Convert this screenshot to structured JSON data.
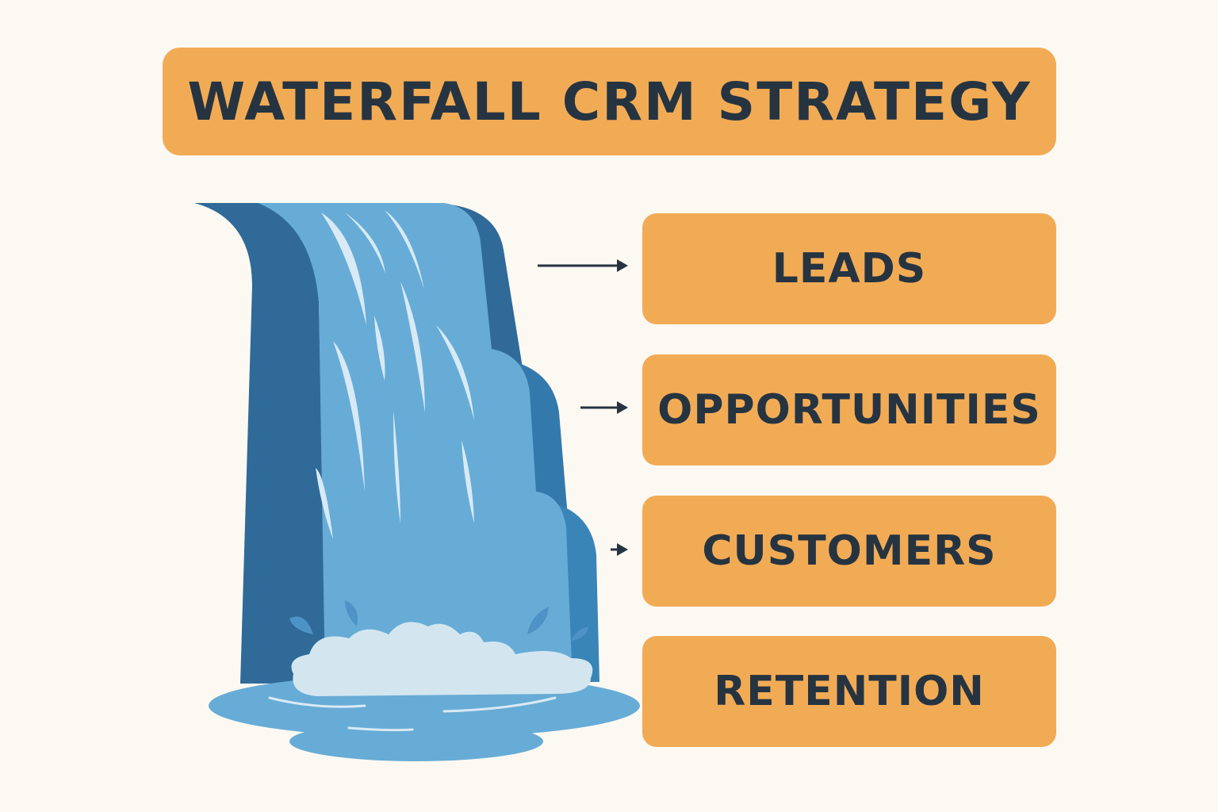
{
  "title": "WATERFALL CRM STRATEGY",
  "stages": [
    {
      "label": "LEADS"
    },
    {
      "label": "OPPORTUNITIES"
    },
    {
      "label": "CUSTOMERS"
    },
    {
      "label": "RETENTION"
    }
  ],
  "colors": {
    "background": "#fcf9f3",
    "box": "#f2ab55",
    "text": "#263441",
    "water_dark": "#2f6a98",
    "water_light": "#67acd6",
    "foam": "#d3e6f0"
  }
}
